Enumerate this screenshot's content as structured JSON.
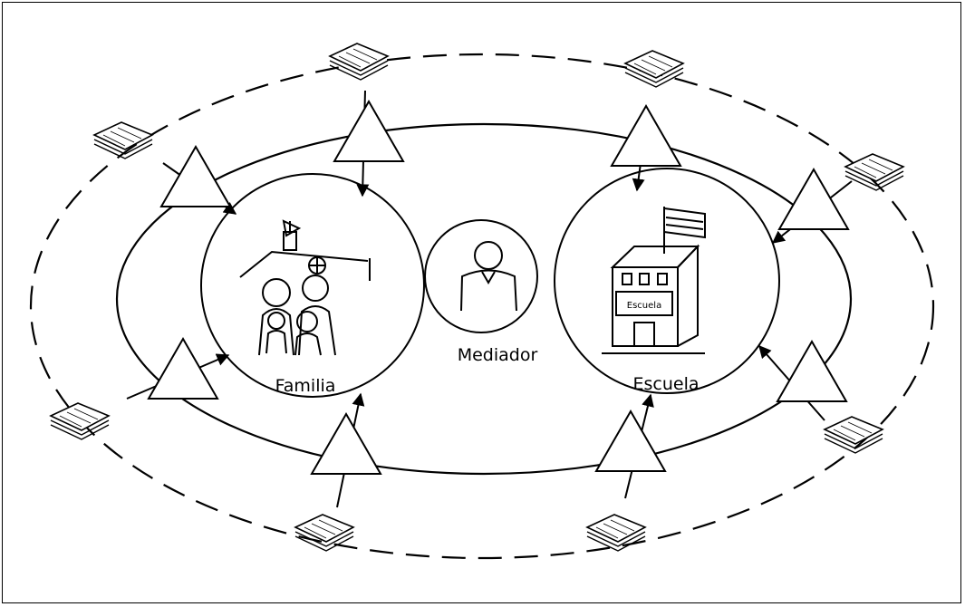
{
  "nodes": {
    "familia": {
      "label": "Familia"
    },
    "mediador": {
      "label": "Mediador"
    },
    "escuela": {
      "label": "Escuela",
      "building_sign": "Escuela"
    }
  },
  "colors": {
    "stroke": "#000000",
    "background": "#ffffff"
  }
}
